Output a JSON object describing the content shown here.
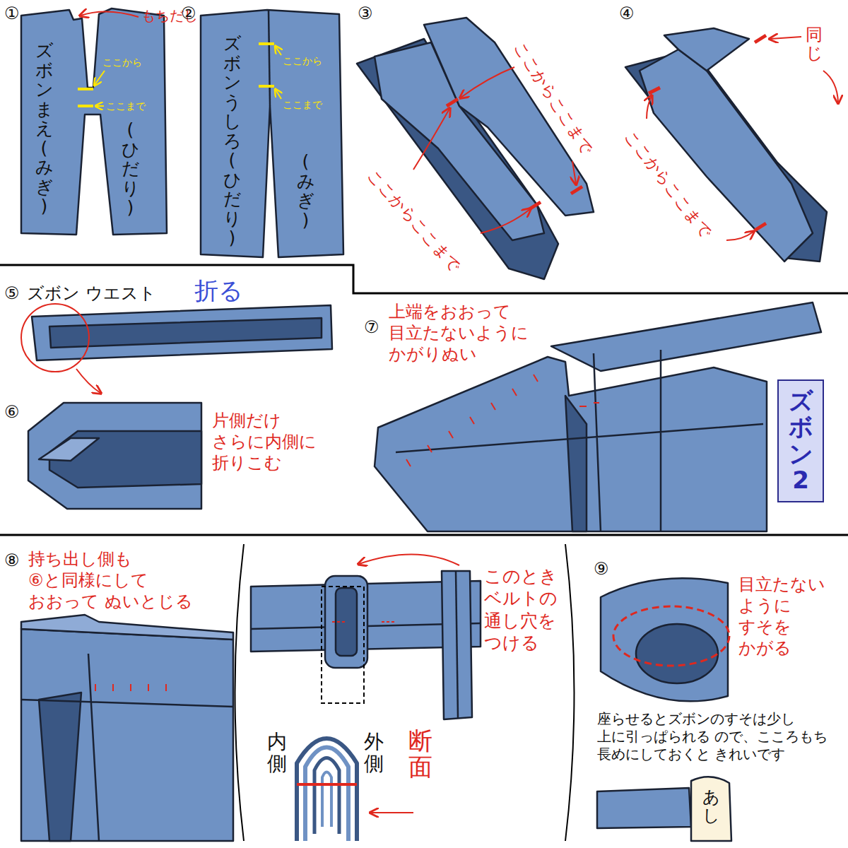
{
  "diagram": {
    "nodes": [
      {
        "text": [
          "ズボン2"
        ]
      }
    ],
    "labels": [
      "①",
      "もちだし",
      "ズボンまえ(みぎ)",
      "(ひだり)",
      "ここから",
      "ここまで",
      "②",
      "ズボンうしろ(ひだり)",
      "(みぎ)",
      "ここから",
      "ここまで",
      "③",
      "ここからここまで",
      "ここからここまで",
      "④",
      "同じ",
      "ここからここまで",
      "⑤",
      "ズボン ウエスト",
      "折る",
      "⑥",
      "片側だけ さらに内側に 折りこむ",
      "⑦",
      "上端をおおって 目立たないように かがりぬい",
      "⑧",
      "持ち出し側も ⑥と同様にして おおって ぬいとじる",
      "このとき ベルトの 通し穴を つける",
      "内側",
      "外側",
      "断面",
      "⑨",
      "目立たない ように すそを かがる",
      "座らせるとズボンのすそは少し 上に引っぱられる ので、こころもち 長めにしておくと きれいです",
      "あし"
    ]
  }
}
